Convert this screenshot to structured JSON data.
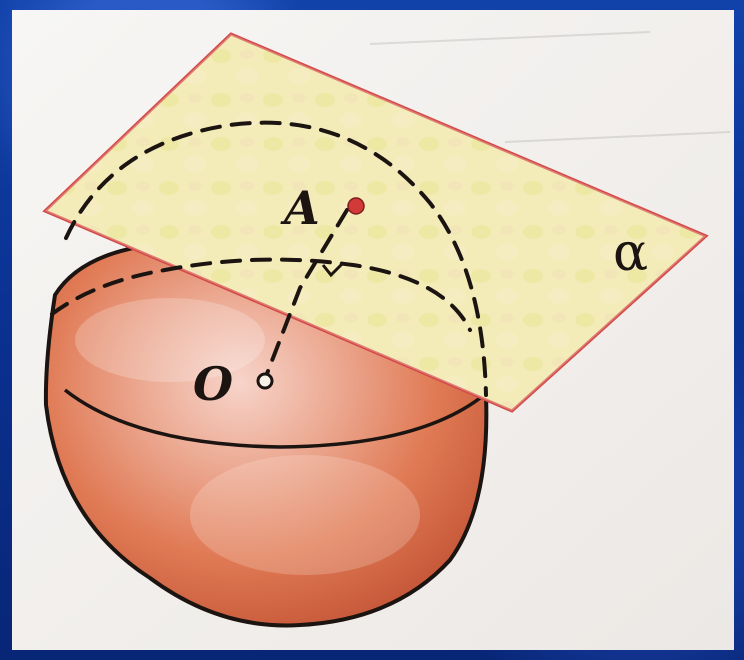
{
  "labels": {
    "point_a": "A",
    "point_o": "O",
    "plane": "α"
  },
  "colors": {
    "background": "#0b2f8f",
    "page": "#f3f1ef",
    "sphere_light": "#f2c3b7",
    "sphere_mid": "#e27c56",
    "sphere_dark": "#b94a2e",
    "plane_fill": "#f0e7a8",
    "plane_border": "#d64b4b",
    "outline": "#1c1410",
    "point_a": "#d23a3a"
  }
}
